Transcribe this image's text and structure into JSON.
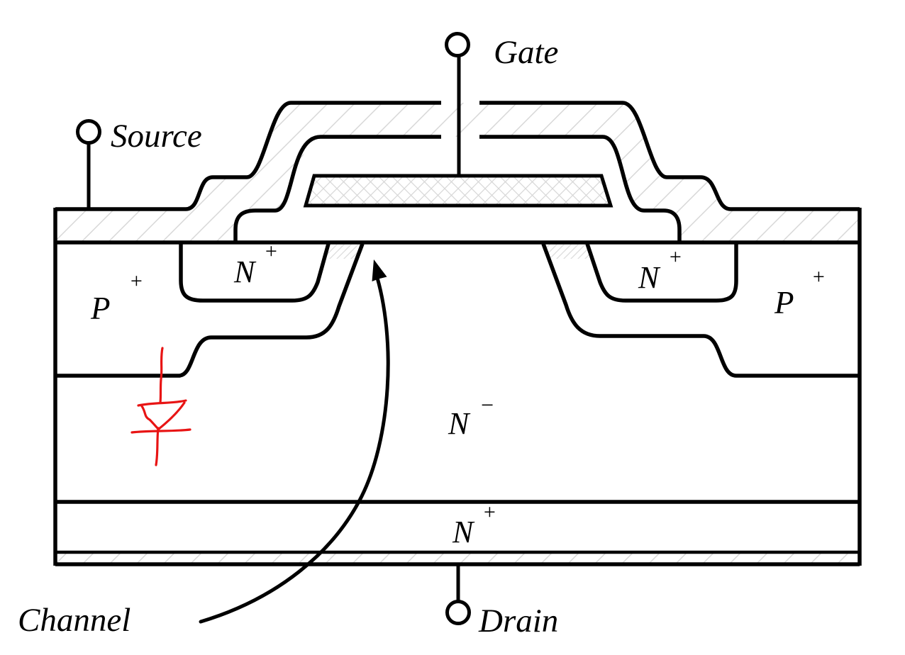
{
  "terminals": {
    "gate": "Gate",
    "source": "Source",
    "drain": "Drain"
  },
  "annotations": {
    "channel": "Channel"
  },
  "regions": {
    "p_well_left": {
      "base": "P",
      "sup": "+"
    },
    "n_source_left": {
      "base": "N",
      "sup": "+"
    },
    "n_source_right": {
      "base": "N",
      "sup": "+"
    },
    "p_well_right": {
      "base": "P",
      "sup": "+"
    },
    "n_drift": {
      "base": "N",
      "sup": "−"
    },
    "n_substrate": {
      "base": "N",
      "sup": "+"
    }
  },
  "colors": {
    "outline": "#000000",
    "body_diode": "#e81414",
    "hatch": "#d7d7d7",
    "background": "#ffffff"
  }
}
